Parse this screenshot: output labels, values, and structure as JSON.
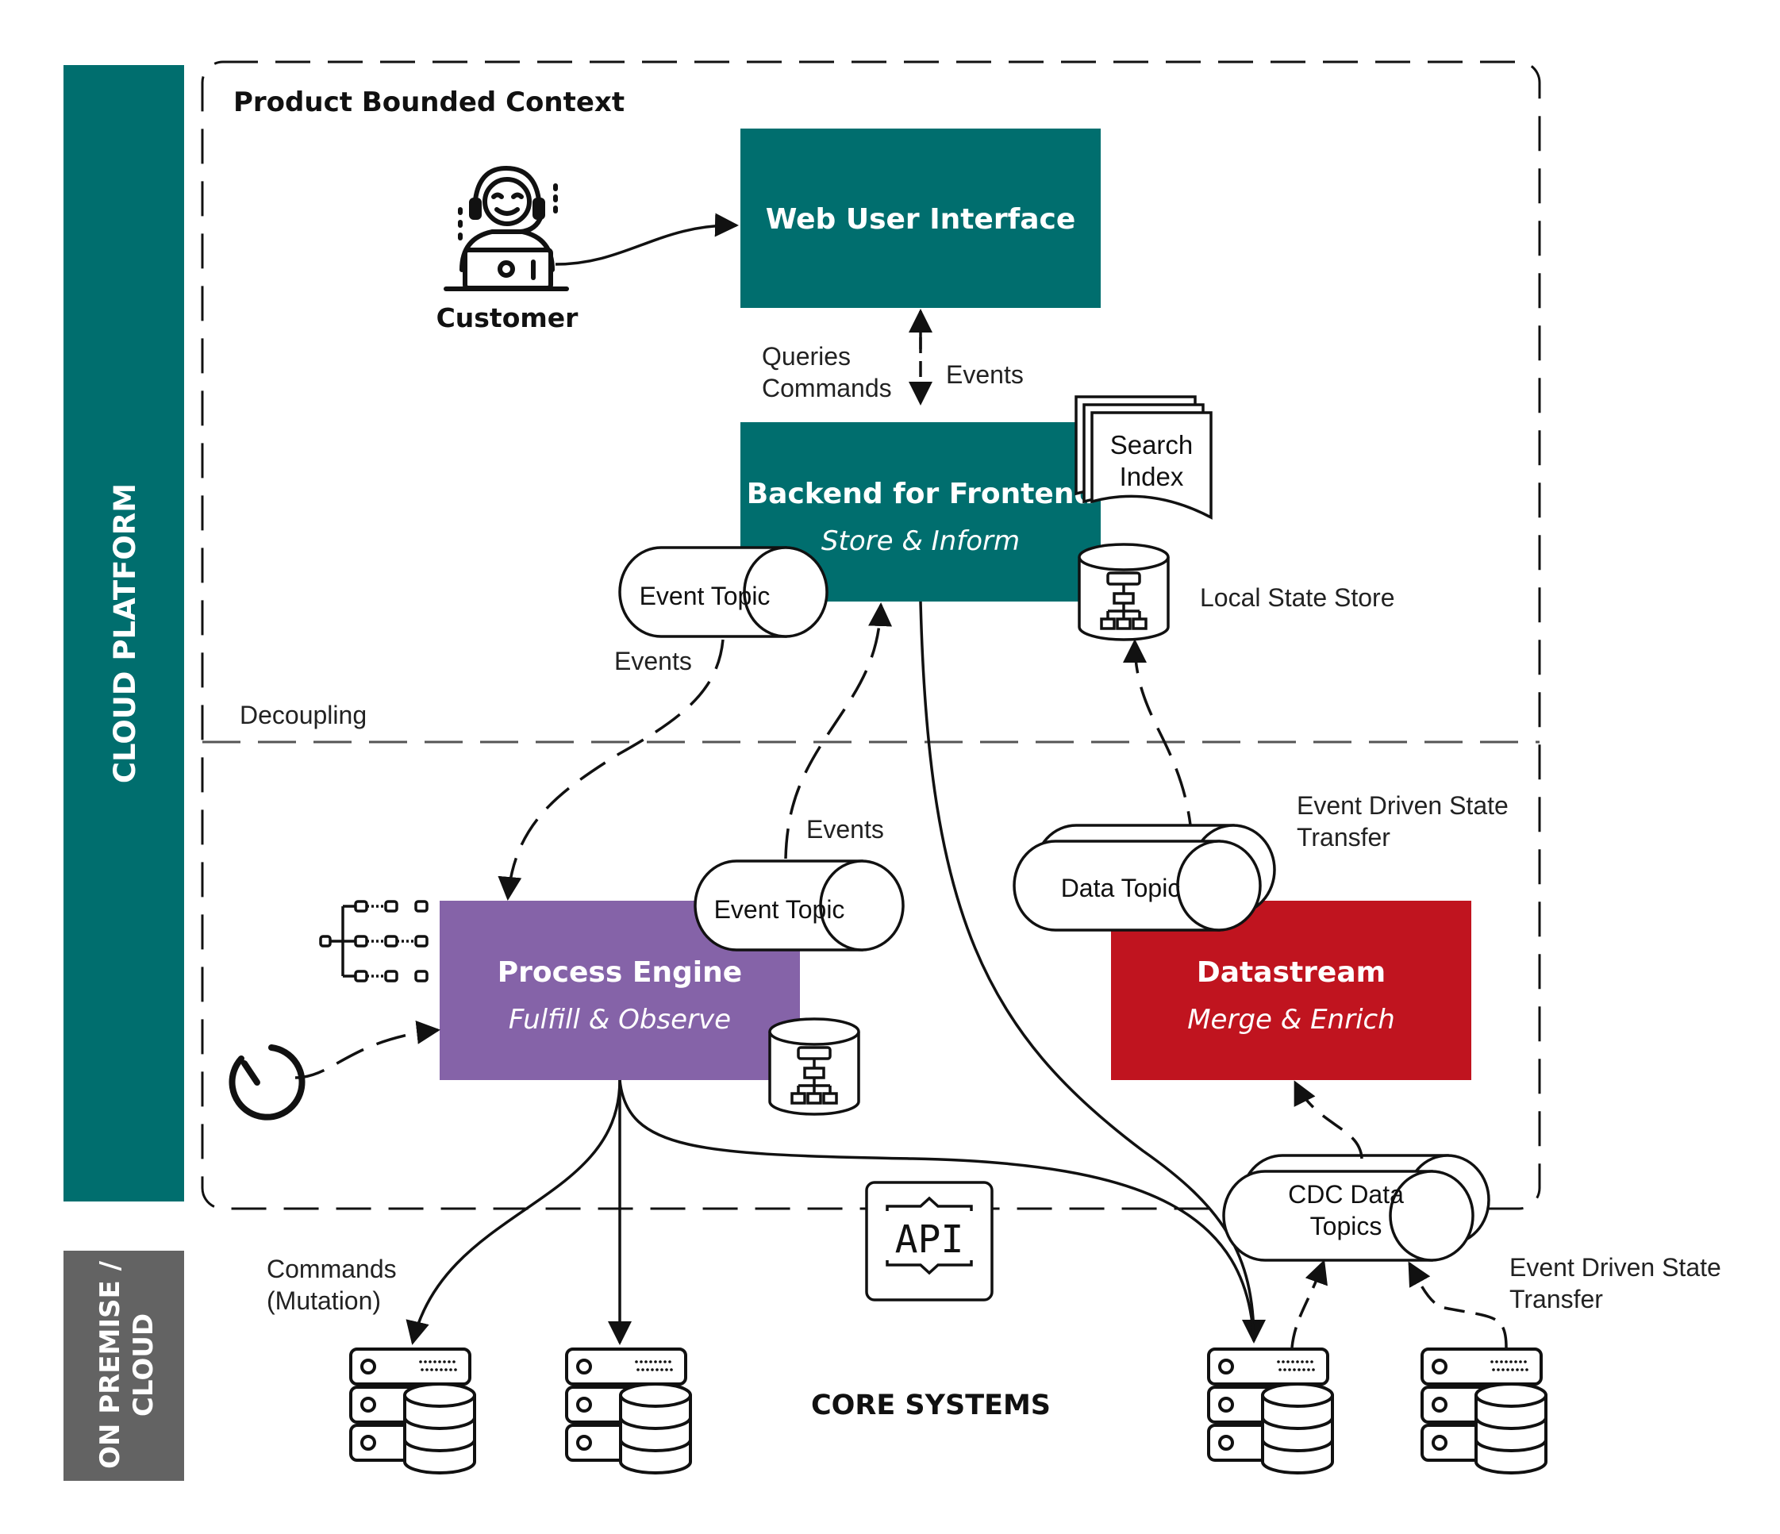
{
  "side_labels": {
    "cloud_platform": "CLOUD PLATFORM",
    "on_premise_line1": "ON PREMISE /",
    "on_premise_line2": "CLOUD"
  },
  "context": {
    "title": "Product Bounded Context",
    "decoupling_label": "Decoupling"
  },
  "customer": {
    "label": "Customer"
  },
  "web_ui": {
    "title": "Web User Interface"
  },
  "bff": {
    "title": "Backend for Frontend",
    "subtitle": "Store & Inform"
  },
  "process_engine": {
    "title": "Process Engine",
    "subtitle": "Fulfill & Observe"
  },
  "datastream": {
    "title": "Datastream",
    "subtitle": "Merge & Enrich"
  },
  "search_index": {
    "line1": "Search",
    "line2": "Index"
  },
  "local_state_store": {
    "label": "Local State Store"
  },
  "topics": {
    "event_topic_top": "Event Topic",
    "event_topic_mid": "Event Topic",
    "data_topic": "Data Topic",
    "cdc_line1": "CDC Data",
    "cdc_line2": "Topics"
  },
  "edge_labels": {
    "queries": "Queries",
    "commands": "Commands",
    "events_ui": "Events",
    "events_topic_left": "Events",
    "events_topic_mid": "Events",
    "edst1_line1": "Event Driven State",
    "edst1_line2": "Transfer",
    "edst2_line1": "Event Driven State",
    "edst2_line2": "Transfer",
    "commands_mut_line1": "Commands",
    "commands_mut_line2": "(Mutation)"
  },
  "api": {
    "label": "API"
  },
  "core_systems": {
    "label": "CORE SYSTEMS"
  },
  "colors": {
    "teal": "#006e6e",
    "purple": "#8563a8",
    "red": "#c0141f",
    "gray": "#636363",
    "black": "#111111",
    "white": "#ffffff"
  }
}
